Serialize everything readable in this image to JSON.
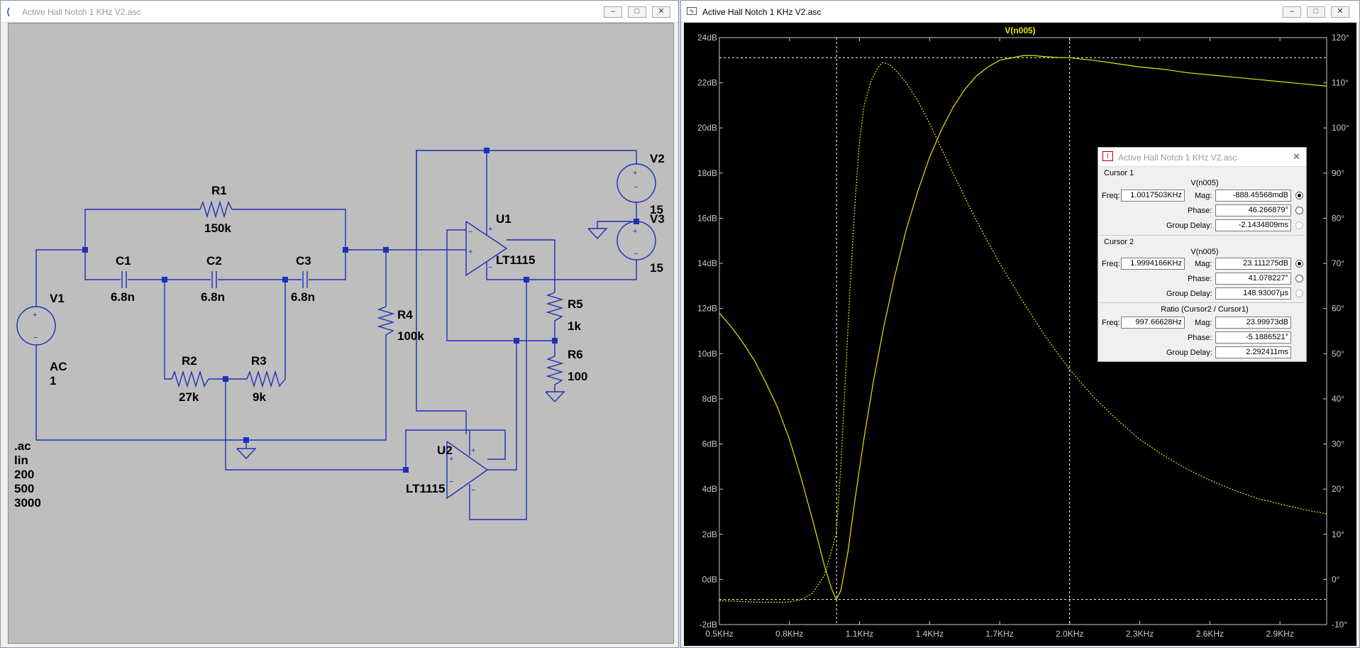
{
  "schematic_window": {
    "title": "Active Hall Notch 1 KHz V2.asc",
    "minimize_label": "–",
    "maximize_label": "□",
    "close_label": "✕",
    "icon": "ltspice-schematic-icon",
    "components": {
      "r1": {
        "name": "R1",
        "value": "150k"
      },
      "c1": {
        "name": "C1",
        "value": "6.8n"
      },
      "c2": {
        "name": "C2",
        "value": "6.8n"
      },
      "c3": {
        "name": "C3",
        "value": "6.8n"
      },
      "v1": {
        "name": "V1",
        "value": "AC 1"
      },
      "r2": {
        "name": "R2",
        "value": "27k"
      },
      "r3": {
        "name": "R3",
        "value": "9k"
      },
      "r4": {
        "name": "R4",
        "value": "100k"
      },
      "u1": {
        "name": "U1",
        "value": "LT1115"
      },
      "u2": {
        "name": "U2",
        "value": "LT1115"
      },
      "v2": {
        "name": "V2",
        "value": "15"
      },
      "v3": {
        "name": "V3",
        "value": "15"
      },
      "r5": {
        "name": "R5",
        "value": "1k"
      },
      "r6": {
        "name": "R6",
        "value": "100"
      }
    },
    "directive": ".ac lin 200 500 3000"
  },
  "plot_window": {
    "title": "Active Hall Notch 1 KHz V2.asc",
    "minimize_label": "–",
    "maximize_label": "□",
    "close_label": "✕",
    "icon": "waveform-viewer-icon",
    "trace_label": "V(n005)",
    "colors": {
      "trace": "#e6e600",
      "axis": "#c8c8c8",
      "background": "#000000"
    }
  },
  "cursor_window": {
    "title": "Active Hall Notch 1 KHz V2.asc",
    "close_label": "✕",
    "cursor1": {
      "header": "Cursor 1",
      "trace": "V(n005)",
      "freq_label": "Freq:",
      "freq": "1.0017503KHz",
      "mag_label": "Mag:",
      "mag": "-888.45568mdB",
      "phase_label": "Phase:",
      "phase": "46.266879°",
      "gd_label": "Group Delay:",
      "gd": "-2.1434809ms"
    },
    "cursor2": {
      "header": "Cursor 2",
      "trace": "V(n005)",
      "freq_label": "Freq:",
      "freq": "1.9994166KHz",
      "mag_label": "Mag:",
      "mag": "23.111275dB",
      "phase_label": "Phase:",
      "phase": "41.078227°",
      "gd_label": "Group Delay:",
      "gd": "148.93007µs"
    },
    "ratio": {
      "header": "Ratio (Cursor2 / Cursor1)",
      "freq_label": "Freq:",
      "freq": "997.66628Hz",
      "mag_label": "Mag:",
      "mag": "23.99973dB",
      "phase_label": "Phase:",
      "phase": "-5.1886521°",
      "gd_label": "Group Delay:",
      "gd": "2.292411ms"
    }
  },
  "chart_data": {
    "type": "line",
    "title": "V(n005)",
    "xlabel": "",
    "ylabel": "",
    "x_ticks": [
      "0.5KHz",
      "0.8KHz",
      "1.1KHz",
      "1.4KHz",
      "1.7KHz",
      "2.0KHz",
      "2.3KHz",
      "2.6KHz",
      "2.9KHz"
    ],
    "y_ticks_left": [
      "24dB",
      "22dB",
      "20dB",
      "18dB",
      "16dB",
      "14dB",
      "12dB",
      "10dB",
      "8dB",
      "6dB",
      "4dB",
      "2dB",
      "0dB",
      "-2dB"
    ],
    "y_ticks_right": [
      "120°",
      "110°",
      "100°",
      "90°",
      "80°",
      "70°",
      "60°",
      "50°",
      "40°",
      "30°",
      "20°",
      "10°",
      "0°",
      "-10°"
    ],
    "xlim": [
      0.5,
      3.1
    ],
    "ylim_left": [
      -2,
      24
    ],
    "ylim_right": [
      -10,
      120
    ],
    "grid": false,
    "cursors": {
      "x": [
        1.0017503,
        1.9994166
      ],
      "y": [
        -0.88845568,
        23.111275
      ]
    },
    "series": [
      {
        "name": "V(n005)",
        "axis": "left",
        "style": "solid",
        "x": [
          0.5,
          0.55,
          0.6,
          0.65,
          0.7,
          0.75,
          0.8,
          0.85,
          0.9,
          0.95,
          0.98,
          1.0,
          1.02,
          1.05,
          1.08,
          1.12,
          1.16,
          1.2,
          1.25,
          1.3,
          1.35,
          1.4,
          1.45,
          1.5,
          1.55,
          1.6,
          1.65,
          1.7,
          1.75,
          1.8,
          1.85,
          1.9,
          1.95,
          2.0,
          2.05,
          2.1,
          2.2,
          2.3,
          2.4,
          2.5,
          2.6,
          2.7,
          2.8,
          2.9,
          3.0,
          3.1
        ],
        "y": [
          11.8,
          11.2,
          10.5,
          9.7,
          8.7,
          7.6,
          6.2,
          4.5,
          2.6,
          0.6,
          -0.4,
          -0.89,
          -0.5,
          1.2,
          3.5,
          6.3,
          8.8,
          11.0,
          13.4,
          15.5,
          17.2,
          18.7,
          19.9,
          20.9,
          21.7,
          22.3,
          22.7,
          23.0,
          23.1,
          23.2,
          23.2,
          23.15,
          23.12,
          23.11,
          23.05,
          23.0,
          22.85,
          22.7,
          22.6,
          22.45,
          22.35,
          22.25,
          22.15,
          22.05,
          21.95,
          21.85
        ]
      },
      {
        "name": "V(n005) phase",
        "axis": "right",
        "style": "dotted",
        "x": [
          0.5,
          0.6,
          0.7,
          0.8,
          0.85,
          0.9,
          0.95,
          1.0,
          1.02,
          1.04,
          1.06,
          1.08,
          1.1,
          1.12,
          1.15,
          1.18,
          1.2,
          1.23,
          1.26,
          1.3,
          1.35,
          1.4,
          1.5,
          1.6,
          1.7,
          1.8,
          1.9,
          2.0,
          2.1,
          2.2,
          2.3,
          2.4,
          2.5,
          2.6,
          2.7,
          2.8,
          2.9,
          3.0,
          3.1
        ],
        "y": [
          -4.7,
          -4.9,
          -5.1,
          -5.0,
          -4.5,
          -3.0,
          1.0,
          10.0,
          25.0,
          45.0,
          65.0,
          83.0,
          97.0,
          105.0,
          110.5,
          113.5,
          114.5,
          114.0,
          112.5,
          110.0,
          106.0,
          101.0,
          90.0,
          79.5,
          70.0,
          61.5,
          53.5,
          46.5,
          40.5,
          35.5,
          31.0,
          27.5,
          24.5,
          22.0,
          19.8,
          18.0,
          16.7,
          15.5,
          14.5
        ]
      }
    ]
  }
}
